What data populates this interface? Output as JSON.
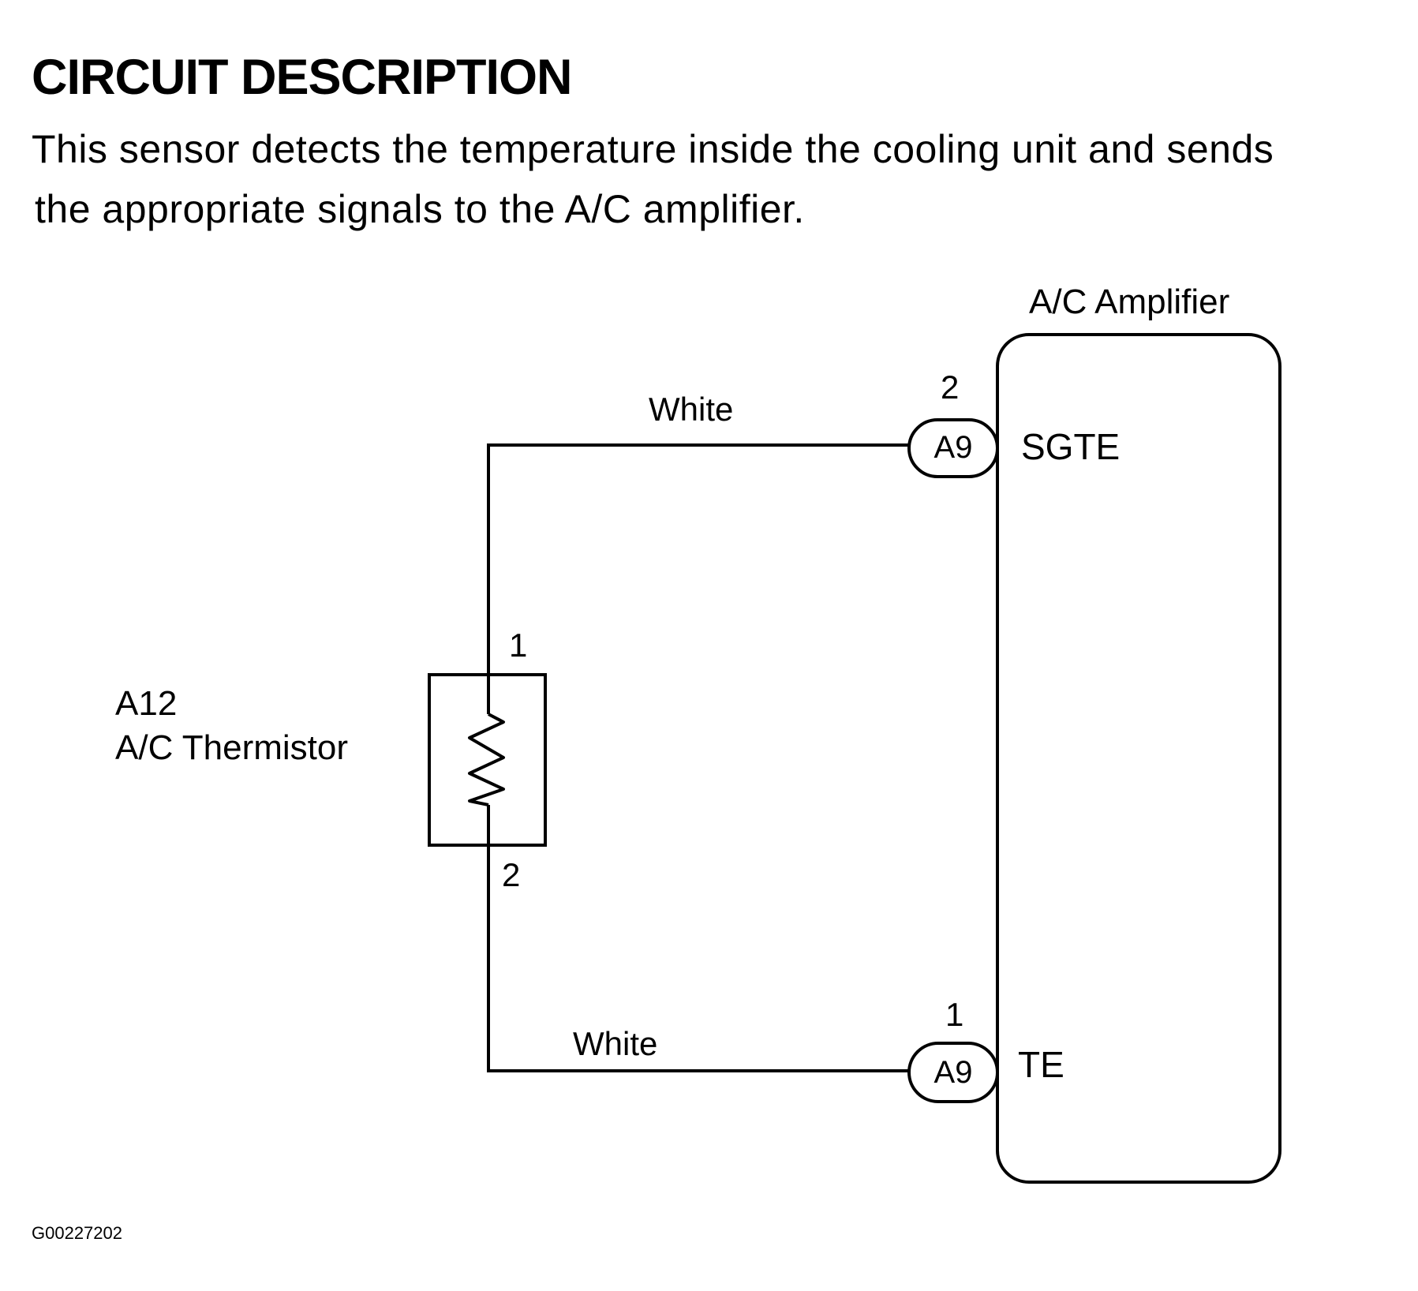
{
  "header": {
    "title": "CIRCUIT DESCRIPTION",
    "description_lines": [
      "This sensor detects the temperature inside the cooling unit and sends",
      "the appropriate signals to the A/C amplifier."
    ]
  },
  "diagram": {
    "amplifier": {
      "title": "A/C Amplifier",
      "terminals": [
        {
          "name": "SGTE",
          "connector": "A9",
          "pin": "2",
          "wire_color": "White"
        },
        {
          "name": "TE",
          "connector": "A9",
          "pin": "1",
          "wire_color": "White"
        }
      ]
    },
    "thermistor": {
      "code": "A12",
      "name": "A/C Thermistor",
      "pin_top": "1",
      "pin_bottom": "2"
    }
  },
  "footer": {
    "figure_id": "G00227202"
  }
}
